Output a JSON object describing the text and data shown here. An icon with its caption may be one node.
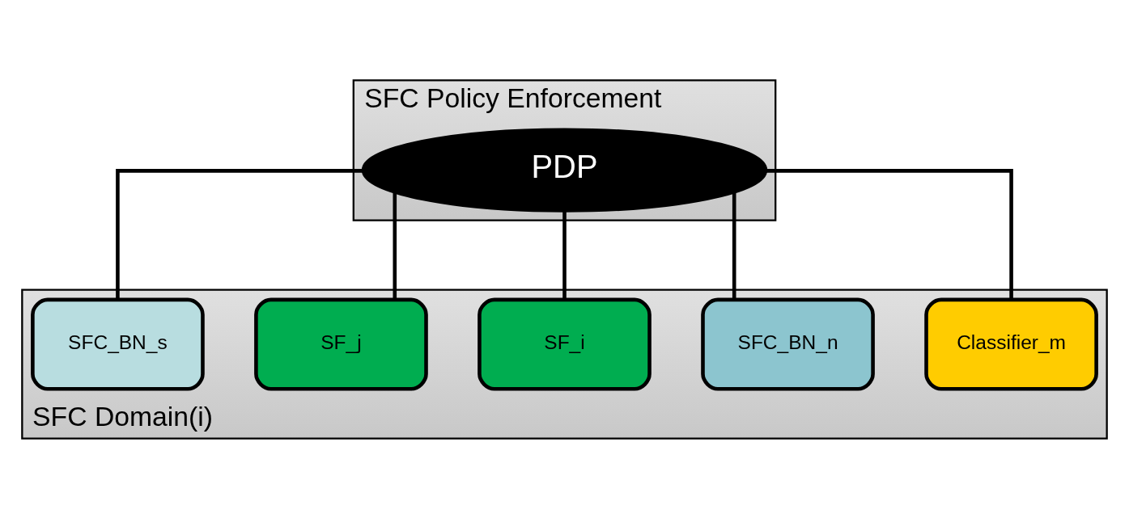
{
  "diagram": {
    "nodes": [
      {
        "text": [
          "SFC Policy Enforcement"
        ]
      },
      {
        "text": [
          "PDP"
        ],
        "in": 0
      },
      {
        "text": [
          "SFC Domain(i)"
        ]
      },
      {
        "text": [
          "Classifier_m"
        ],
        "in": 2
      },
      {
        "text": [
          "SFC_BN_n"
        ],
        "in": 2
      },
      {
        "text": [
          "SF_i"
        ],
        "in": 2
      },
      {
        "text": [
          "SF_j"
        ],
        "in": 2
      },
      {
        "text": [
          "SFC_BN_s"
        ],
        "in": 2
      }
    ],
    "edges": [
      {
        "from": 1,
        "to": 3,
        "arrow": "none"
      },
      {
        "from": 1,
        "to": 4,
        "arrow": "none"
      },
      {
        "from": 1,
        "to": 5,
        "arrow": "none"
      },
      {
        "from": 1,
        "to": 6,
        "arrow": "none"
      },
      {
        "from": 1,
        "to": 7,
        "arrow": "none"
      }
    ]
  }
}
